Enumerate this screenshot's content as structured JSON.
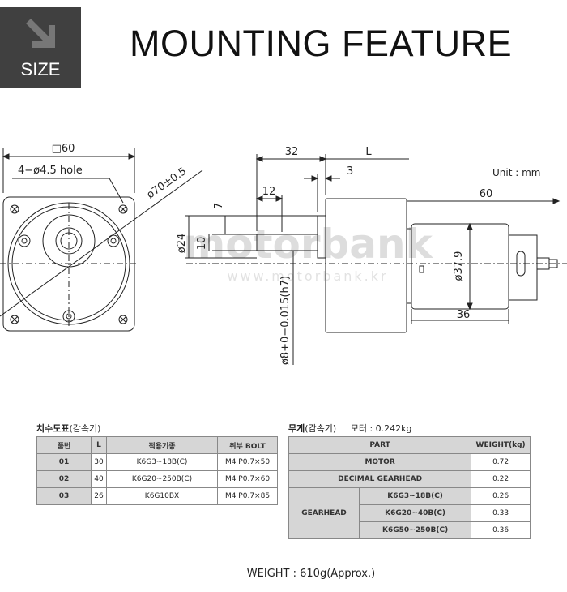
{
  "badge": {
    "label": "SIZE",
    "icon": "arrow-down-right-icon"
  },
  "title": "MOUNTING FEATURE",
  "drawing": {
    "square": "□60",
    "hole": "4−ø4.5 hole",
    "pcd": "ø70±0.5",
    "dim_32": "32",
    "dim_L": "L",
    "dim_3": "3",
    "dim_12": "12",
    "dim_7": "7",
    "dim_24": "ø24",
    "dim_10": "10",
    "dim_shaft": "ø8+0−0.015(h7)",
    "dim_60": "60",
    "dim_379": "ø37.9",
    "dim_36": "36",
    "unit": "Unit : mm",
    "watermark": "motorbank",
    "watermark_url": "www.motorbank.kr"
  },
  "dim_table": {
    "title_bold": "치수도표",
    "title_rest": "(감속기)",
    "headers": [
      "품번",
      "L",
      "적용기종",
      "취부 BOLT"
    ],
    "rows": [
      [
        "01",
        "30",
        "K6G3~18B(C)",
        "M4 P0.7×50"
      ],
      [
        "02",
        "40",
        "K6G20~250B(C)",
        "M4 P0.7×60"
      ],
      [
        "03",
        "26",
        "K6G10BX",
        "M4 P0.7×85"
      ]
    ]
  },
  "weight_table": {
    "title_bold": "무게",
    "title_rest": "(감속기)",
    "motor_note": "모터 : 0.242kg",
    "headers": [
      "PART",
      "WEIGHT(kg)"
    ],
    "motor": {
      "label": "MOTOR",
      "value": "0.72"
    },
    "decimal": {
      "label": "DECIMAL GEARHEAD",
      "value": "0.22"
    },
    "gearhead_label": "GEARHEAD",
    "gearhead_rows": [
      {
        "model": "K6G3~18B(C)",
        "value": "0.26"
      },
      {
        "model": "K6G20~40B(C)",
        "value": "0.33"
      },
      {
        "model": "K6G50~250B(C)",
        "value": "0.36"
      }
    ]
  },
  "footer": "WEIGHT : 610g(Approx.)"
}
